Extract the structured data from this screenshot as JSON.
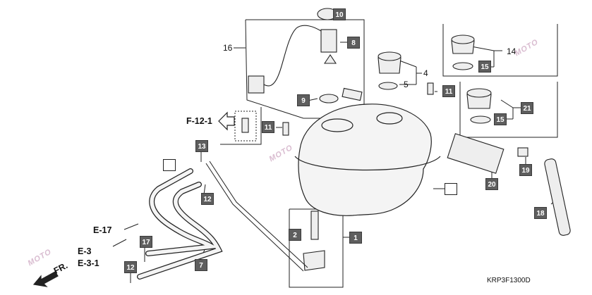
{
  "callouts": {
    "c1": "1",
    "c2": "2",
    "c4": "4",
    "c5": "5",
    "c7": "7",
    "c8": "8",
    "c9": "9",
    "c10": "10",
    "c11a": "11",
    "c11b": "11",
    "c12a": "12",
    "c12b": "12",
    "c13": "13",
    "c14": "14",
    "c15a": "15",
    "c15b": "15",
    "c16": "16",
    "c17": "17",
    "c18": "18",
    "c19": "19",
    "c20": "20",
    "c21": "21"
  },
  "references": {
    "f12": "F-12-1",
    "e17": "E-17",
    "e3": "E-3",
    "e31": "E-3-1",
    "front": "FR."
  },
  "diagram_code": "KRP3F1300D",
  "watermark": "MOTO",
  "colors": {
    "tag_fill": "#5e5e5e",
    "line": "#222222",
    "part_fill": "#f2f2f2",
    "watermark": "#d9bcd0"
  }
}
